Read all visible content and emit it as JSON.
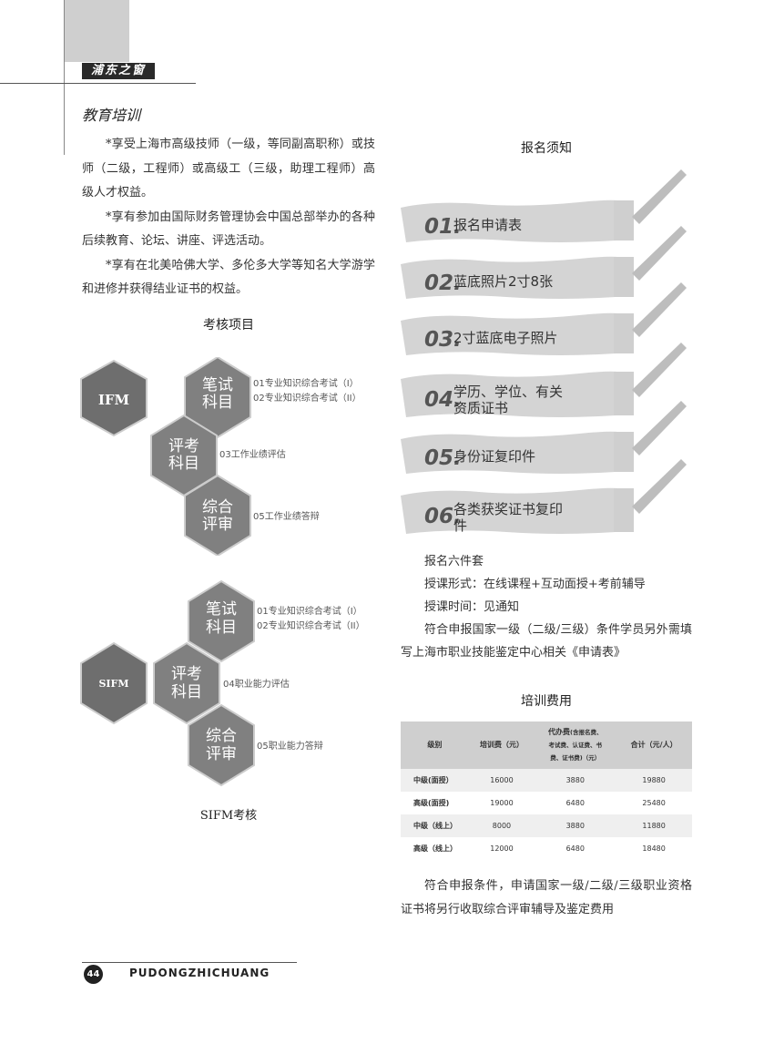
{
  "header": {
    "brand": "浦东之窗",
    "section": "教育培训"
  },
  "benefits": [
    "*享受上海市高级技师（一级，等同副高职称）或技师（二级，工程师）或高级工（三级，助理工程师）高级人才权益。",
    "*享有参加由国际财务管理协会中国总部举办的各种后续教育、论坛、讲座、评选活动。",
    "*享有在北美哈佛大学、多伦多大学等知名大学游学和进修并获得结业证书的权益。"
  ],
  "assessment_title": "考核项目",
  "ifm": {
    "center": "IFM",
    "written": {
      "line1": "笔试",
      "line2": "科目",
      "items": [
        "01专业知识综合考试（I）",
        "02专业知识综合考试（II）"
      ]
    },
    "eval": {
      "line1": "评考",
      "line2": "科目",
      "item": "03工作业绩评估"
    },
    "review": {
      "line1": "综合",
      "line2": "评审",
      "item": "05工作业绩答辩"
    }
  },
  "sifm": {
    "center": "SIFM",
    "written": {
      "line1": "笔试",
      "line2": "科目",
      "items": [
        "01专业知识综合考试（I）",
        "02专业知识综合考试（II）"
      ]
    },
    "eval": {
      "line1": "评考",
      "line2": "科目",
      "item": "04职业能力评估"
    },
    "review": {
      "line1": "综合",
      "line2": "评审",
      "item": "05职业能力答辩"
    },
    "caption": "SIFM考核"
  },
  "registration": {
    "title": "报名须知",
    "items": [
      {
        "num": "01.",
        "label": "报名申请表"
      },
      {
        "num": "02.",
        "label": "蓝底照片2寸8张"
      },
      {
        "num": "03.",
        "label": "2寸蓝底电子照片"
      },
      {
        "num": "04.",
        "label": "学历、学位、有关",
        "label2": "资质证书"
      },
      {
        "num": "05.",
        "label": "身份证复印件"
      },
      {
        "num": "06.",
        "label": "各类获奖证书复印",
        "label2": "件"
      }
    ]
  },
  "notes": [
    "报名六件套",
    "授课形式：在线课程+互动面授+考前辅导",
    "授课时间：见通知",
    "符合申报国家一级（二级/三级）条件学员另外需填写上海市职业技能鉴定中心相关《申请表》"
  ],
  "fees": {
    "title": "培训费用",
    "headers": [
      "级别",
      "培训费（元）",
      "代办费(含报名费、考试费、认证费、书费、证书费)（元）",
      "合计（元/人）"
    ],
    "header_parts": {
      "h3a": "代办费",
      "h3b": "(含报名费、",
      "h3c": "考试费、认证费、书",
      "h3d": "费、证书费)（元）"
    },
    "rows": [
      [
        "中级(面授）",
        "16000",
        "3880",
        "19880"
      ],
      [
        "高级(面授)",
        "19000",
        "6480",
        "25480"
      ],
      [
        "中级（线上）",
        "8000",
        "3880",
        "11880"
      ],
      [
        "高级（线上）",
        "12000",
        "6480",
        "18480"
      ]
    ]
  },
  "closing": "符合申报条件，申请国家一级/二级/三级职业资格证书将另行收取综合评审辅导及鉴定费用",
  "footer": {
    "page": "44",
    "text": "PUDONGZHICHUANG"
  }
}
